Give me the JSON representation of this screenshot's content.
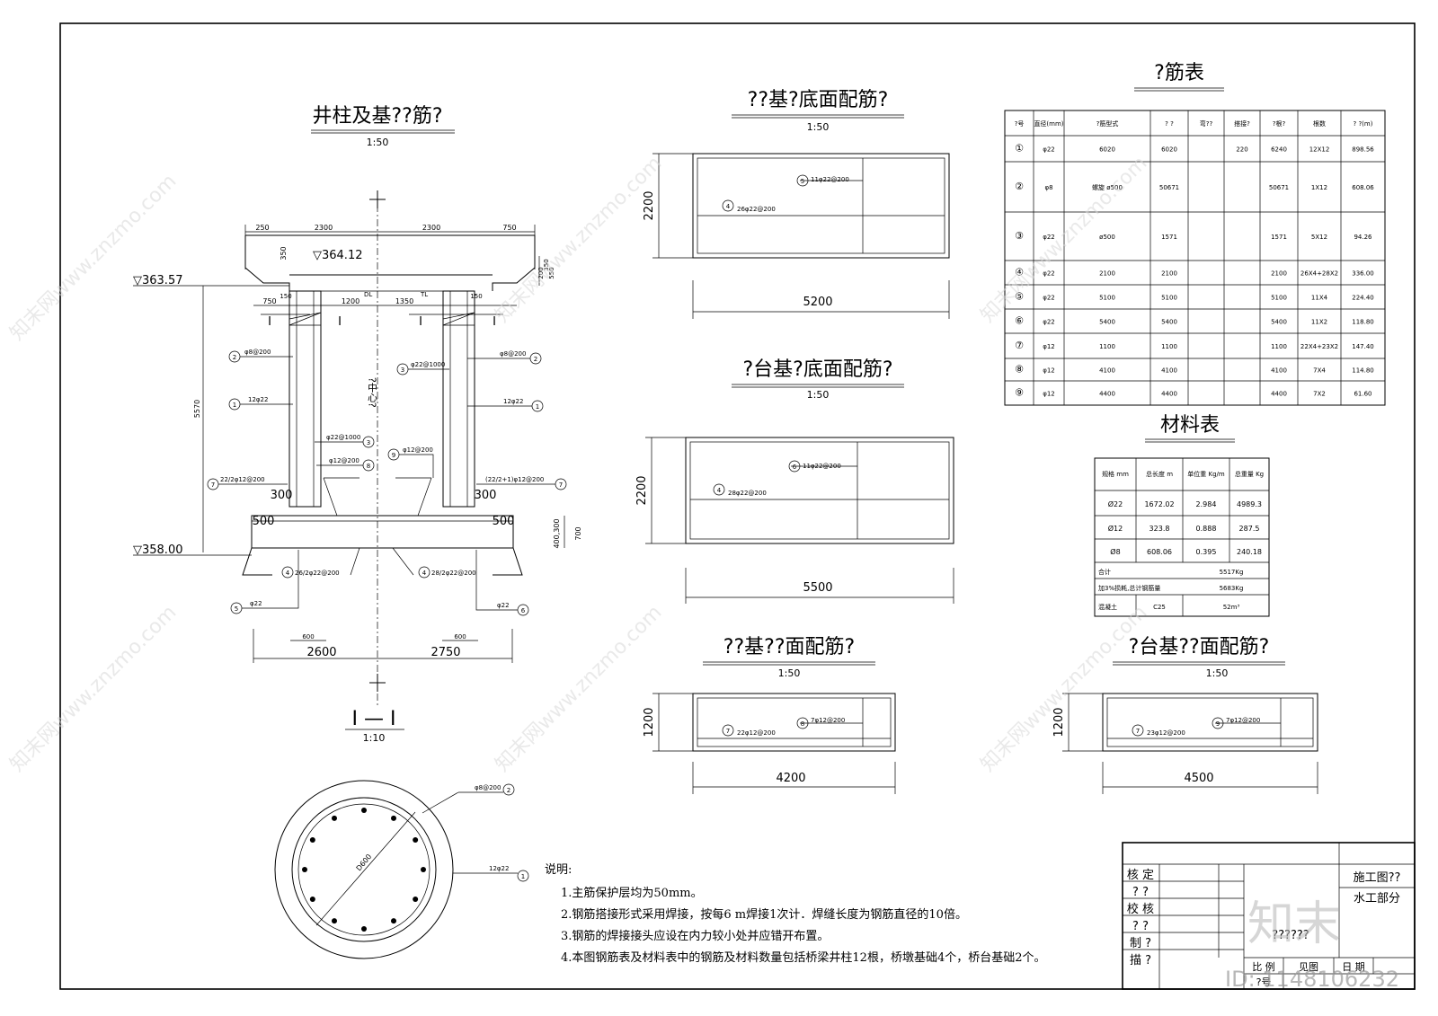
{
  "main_view": {
    "title": "井柱及基??筋?",
    "scale": "1:50",
    "elev_top": "▽364.12",
    "elev_left": "▽363.57",
    "elev_bottom": "▽358.00",
    "dims": {
      "d250": "250",
      "d2300a": "2300",
      "d2300b": "2300",
      "d750a": "750",
      "d350": "350",
      "d750b": "750",
      "d150a": "150",
      "d150b": "150",
      "d1200": "1200",
      "d1350": "1350",
      "d5570": "5570",
      "d300a": "300",
      "d300b": "300",
      "d500a": "500",
      "d500b": "500",
      "d600a": "600",
      "d600b": "600",
      "d2600": "2600",
      "d2750": "2750",
      "d700": "700",
      "d400_300": "400,300",
      "d350b": "350",
      "d550": "550",
      "d200": "200"
    },
    "labels": {
      "dl": "DL",
      "tl": "TL",
      "sec1": "I",
      "sec2": "I",
      "sec3": "I",
      "sec4": "I",
      "center": "?中心?",
      "r2l": "φ8@200",
      "r2r": "φ8@200",
      "r1l": "12φ22",
      "r1r": "12φ22",
      "r3a": "φ22@1000",
      "r3b": "φ22@1000",
      "r8": "φ12@200",
      "r9": "φ12@200",
      "r7l": "22/2φ12@200",
      "r7r": "(22/2+1)φ12@200",
      "r4l": "26/2φ22@200",
      "r4r": "28/2φ22@200",
      "r5": "φ22",
      "r6": "φ22"
    },
    "marks": [
      "1",
      "2",
      "3",
      "4",
      "5",
      "6",
      "7",
      "8",
      "9"
    ]
  },
  "section": {
    "title": "I — I",
    "scale": "1:10",
    "diameter": "D600",
    "r2": "φ8@200",
    "r1": "12φ22"
  },
  "plans": [
    {
      "title": "??基?底面配筋?",
      "scale": "1:50",
      "height": "2200",
      "width": "5200",
      "ra": "11φ22@200",
      "ra_no": "5",
      "rb": "26φ22@200",
      "rb_no": "4"
    },
    {
      "title": "?台基?底面配筋?",
      "scale": "1:50",
      "height": "2200",
      "width": "5500",
      "ra": "11φ22@200",
      "ra_no": "6",
      "rb": "28φ22@200",
      "rb_no": "4"
    },
    {
      "title": "??基??面配筋?",
      "scale": "1:50",
      "height": "1200",
      "width": "4200",
      "ra": "7φ12@200",
      "ra_no": "8",
      "rb": "22φ12@200",
      "rb_no": "7"
    },
    {
      "title": "?台基??面配筋?",
      "scale": "1:50",
      "height": "1200",
      "width": "4500",
      "ra": "7φ12@200",
      "ra_no": "9",
      "rb": "23φ12@200",
      "rb_no": "7"
    }
  ],
  "rebar_table": {
    "title": "?筋表",
    "headers": [
      "?号",
      "直径(mm)",
      "?筋型式",
      "? ?",
      "弯??",
      "搭接?",
      "?根?",
      "根数",
      "? ?(m)"
    ],
    "rows": [
      [
        "①",
        "φ22",
        "6020",
        "6020",
        "",
        "220",
        "6240",
        "12X12",
        "898.56"
      ],
      [
        "②",
        "φ8",
        "螺旋 ø500",
        "50671",
        "",
        "",
        "50671",
        "1X12",
        "608.06"
      ],
      [
        "③",
        "φ22",
        "ø500",
        "1571",
        "",
        "",
        "1571",
        "5X12",
        "94.26"
      ],
      [
        "④",
        "φ22",
        "2100",
        "2100",
        "",
        "",
        "2100",
        "26X4+28X2",
        "336.00"
      ],
      [
        "⑤",
        "φ22",
        "5100",
        "5100",
        "",
        "",
        "5100",
        "11X4",
        "224.40"
      ],
      [
        "⑥",
        "φ22",
        "5400",
        "5400",
        "",
        "",
        "5400",
        "11X2",
        "118.80"
      ],
      [
        "⑦",
        "φ12",
        "1100",
        "1100",
        "",
        "",
        "1100",
        "22X4+23X2",
        "147.40"
      ],
      [
        "⑧",
        "φ12",
        "4100",
        "4100",
        "",
        "",
        "4100",
        "7X4",
        "114.80"
      ],
      [
        "⑨",
        "φ12",
        "4400",
        "4400",
        "",
        "",
        "4400",
        "7X2",
        "61.60"
      ]
    ]
  },
  "material_table": {
    "title": "材料表",
    "headers": [
      "规格 mm",
      "总长度 m",
      "单位重 Kg/m",
      "总重量 Kg"
    ],
    "rows": [
      [
        "Ø22",
        "1672.02",
        "2.984",
        "4989.3"
      ],
      [
        "Ø12",
        "323.8",
        "0.888",
        "287.5"
      ],
      [
        "Ø8",
        "608.06",
        "0.395",
        "240.18"
      ]
    ],
    "total_label": "合计",
    "total_value": "5517Kg",
    "loss_label": "加3%损耗,总计钢筋量",
    "loss_value": "5683Kg",
    "concrete_label": "混凝土",
    "concrete_grade": "C25",
    "concrete_value": "52m³"
  },
  "notes": {
    "title": "说明:",
    "items": [
      "1.主筋保护层均为50mm。",
      "2.钢筋搭接形式采用焊接，按每6 m焊接1次计．焊缝长度为钢筋直径的10倍。",
      "3.钢筋的焊接接头应设在内力较小处并应错开布置。",
      "4.本图钢筋表及材料表中的钢筋及材料数量包括桥梁井柱12根，桥墩基础4个，桥台基础2个。"
    ]
  },
  "title_block": {
    "stage": "施工图??",
    "dept": "水工部分",
    "rows": [
      "核 定",
      "? ?",
      "校 核",
      "? ?",
      "制 ?",
      "描 ?"
    ],
    "drawing_name": "??????",
    "scale_label": "比 例",
    "scale_value": "见图",
    "date_label": "日 期",
    "number_label": "?号"
  },
  "watermark": {
    "text": "知末网www.znzmo.com",
    "logo": "知末",
    "id": "ID: 1148106232"
  }
}
